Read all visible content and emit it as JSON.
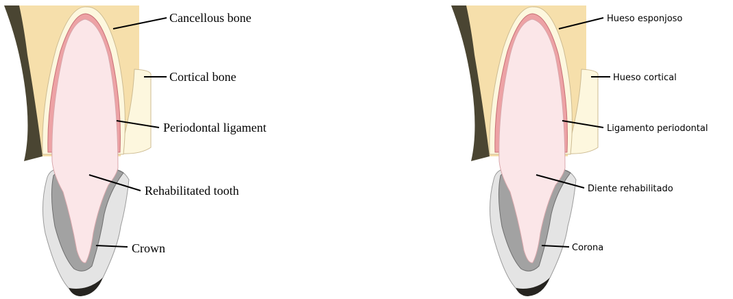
{
  "colors": {
    "cancellous": "#f6dfab",
    "cortical": "#fdf7de",
    "ligament": "#eda2a5",
    "tooth": "#fbe6e8",
    "crown": "#e4e4e4",
    "cement": "#a2a2a2",
    "gum_edge": "#4a4532",
    "shadow": "#262420"
  },
  "panels": [
    {
      "language": "English",
      "labels": {
        "cancellous": "Cancellous bone",
        "cortical": "Cortical bone",
        "ligament": "Periodontal ligament",
        "tooth": "Rehabilitated tooth",
        "crown": "Crown"
      }
    },
    {
      "language": "Spanish",
      "labels": {
        "cancellous": "Hueso esponjoso",
        "cortical": "Hueso cortical",
        "ligament": "Ligamento periodontal",
        "tooth": "Diente rehabilitado",
        "crown": "Corona"
      }
    }
  ]
}
